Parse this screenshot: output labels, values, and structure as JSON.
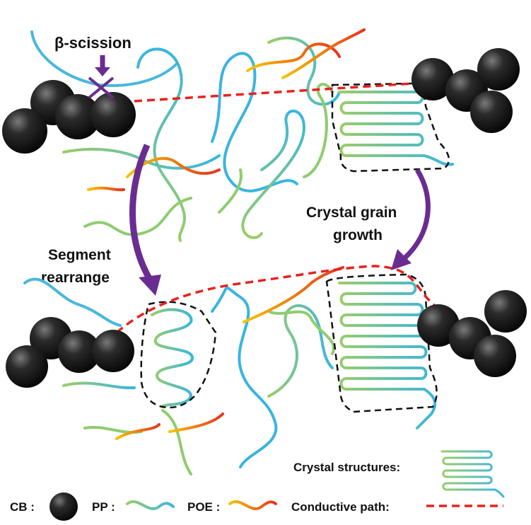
{
  "labels": {
    "beta_scission": "β-scission",
    "crystal_grain_line1": "Crystal grain",
    "crystal_grain_line2": "growth",
    "segment_line1": "Segment",
    "segment_line2": "rearrange"
  },
  "legend": {
    "crystal_structures": "Crystal structures:",
    "cb": "CB :",
    "pp": "PP :",
    "poe": "POE :",
    "conductive_path": "Conductive path:"
  },
  "colors": {
    "cb": "#1a1a1a",
    "pp_start": "#9acd68",
    "pp_end": "#38b6e0",
    "poe_start": "#f5c400",
    "poe_end": "#e8321e",
    "conductive_path": "#e8221e",
    "arrow": "#6a2c91",
    "crystal_box": "#111111"
  }
}
